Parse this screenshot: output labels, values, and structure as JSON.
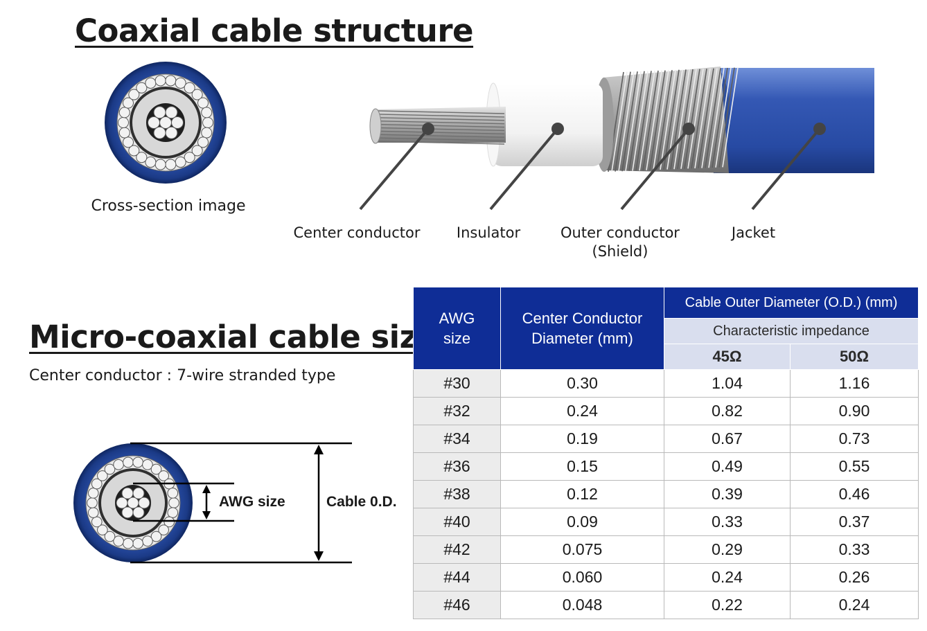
{
  "structure": {
    "title": "Coaxial cable structure",
    "cross_section_caption": "Cross-section image",
    "labels": {
      "center_conductor": "Center conductor",
      "insulator": "Insulator",
      "outer_conductor": "Outer conductor",
      "outer_conductor_note": "(Shield)",
      "jacket": "Jacket"
    }
  },
  "size": {
    "title": "Micro-coaxial cable size",
    "subtitle": "Center conductor : 7-wire stranded type",
    "awg_dim_label": "AWG size",
    "od_dim_label": "Cable 0.D."
  },
  "table": {
    "headers": {
      "awg": "AWG",
      "awg_line2": "size",
      "ccd": "Center Conductor",
      "ccd_line2": "Diameter (mm)",
      "od": "Cable Outer Diameter (O.D.) (mm)",
      "impedance": "Characteristic impedance",
      "imp45": "45Ω",
      "imp50": "50Ω"
    },
    "rows": [
      {
        "awg": "#30",
        "ccd": "0.30",
        "od45": "1.04",
        "od50": "1.16"
      },
      {
        "awg": "#32",
        "ccd": "0.24",
        "od45": "0.82",
        "od50": "0.90"
      },
      {
        "awg": "#34",
        "ccd": "0.19",
        "od45": "0.67",
        "od50": "0.73"
      },
      {
        "awg": "#36",
        "ccd": "0.15",
        "od45": "0.49",
        "od50": "0.55"
      },
      {
        "awg": "#38",
        "ccd": "0.12",
        "od45": "0.39",
        "od50": "0.46"
      },
      {
        "awg": "#40",
        "ccd": "0.09",
        "od45": "0.33",
        "od50": "0.37"
      },
      {
        "awg": "#42",
        "ccd": "0.075",
        "od45": "0.29",
        "od50": "0.33"
      },
      {
        "awg": "#44",
        "ccd": "0.060",
        "od45": "0.24",
        "od50": "0.26"
      },
      {
        "awg": "#46",
        "ccd": "0.048",
        "od45": "0.22",
        "od50": "0.24"
      }
    ]
  },
  "colors": {
    "jacket_blue": "#2a4fa8",
    "header_blue": "#0f2d96",
    "header_light": "#d9deee"
  }
}
